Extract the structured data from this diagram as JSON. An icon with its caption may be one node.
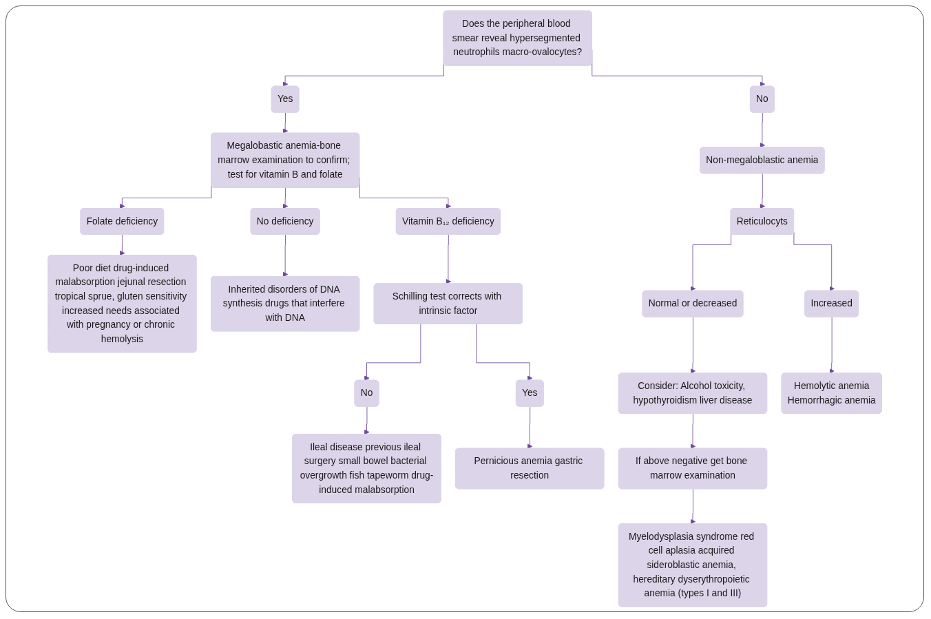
{
  "diagram": {
    "nodes": [
      {
        "text": [
          "Does the peripheral blood smear reveal hypersegmented neutrophils macro-ovalocytes?"
        ]
      },
      {
        "text": [
          "Yes"
        ]
      },
      {
        "text": [
          "No"
        ]
      },
      {
        "text": [
          "Megalobastic anemia-bone marrow examination to confirm; test for vitamin B and folate"
        ]
      },
      {
        "text": [
          "Non-megaloblastic anemia"
        ]
      },
      {
        "text": [
          "Reticulocyts"
        ]
      },
      {
        "text": [
          "Vitamin B₁₂ deficiency"
        ]
      },
      {
        "text": [
          "No deficiency"
        ]
      },
      {
        "text": [
          "Folate deficiency"
        ]
      },
      {
        "text": [
          "Increased"
        ]
      },
      {
        "text": [
          "Normal or decreased"
        ]
      },
      {
        "text": [
          "Schilling test corrects with intrinsic factor"
        ]
      },
      {
        "text": [
          "Inherited disorders of DNA synthesis drugs that interfere with DNA"
        ]
      },
      {
        "text": [
          "Poor diet drug-induced malabsorption jejunal resection tropical sprue, gluten sensitivity increased needs associated with pregnancy or chronic hemolysis"
        ]
      },
      {
        "text": [
          "Hemolytic anemia",
          "Hemorrhagic anemia"
        ]
      },
      {
        "text": [
          "Consider: Alcohol toxicity, hypothyroidism liver disease"
        ]
      },
      {
        "text": [
          "If above negative get bone marrow examination"
        ]
      },
      {
        "text": [
          "Myelodysplasia syndrome red cell aplasia acquired sideroblastic anemia, hereditary dyserythropoietic anemia (types I and III)"
        ]
      },
      {
        "text": [
          "Yes"
        ]
      },
      {
        "text": [
          "No"
        ]
      },
      {
        "text": [
          "Pernicious anemia gastric resection"
        ]
      },
      {
        "text": [
          "Ileal disease previous ileal surgery small bowel bacterial overgrowth fish tapeworm drug-induced malabsorption"
        ]
      }
    ],
    "edges": [
      {
        "from": 0,
        "to": 1,
        "arrow": "to"
      },
      {
        "from": 0,
        "to": 2,
        "arrow": "to"
      },
      {
        "from": 1,
        "to": 3,
        "arrow": "to"
      },
      {
        "from": 2,
        "to": 4,
        "arrow": "to"
      },
      {
        "from": 4,
        "to": 5,
        "arrow": "to"
      },
      {
        "from": 3,
        "to": 6,
        "arrow": "to"
      },
      {
        "from": 3,
        "to": 7,
        "arrow": "to"
      },
      {
        "from": 3,
        "to": 8,
        "arrow": "to"
      },
      {
        "from": 5,
        "to": 9,
        "arrow": "to"
      },
      {
        "from": 5,
        "to": 10,
        "arrow": "to"
      },
      {
        "from": 6,
        "to": 11,
        "arrow": "to"
      },
      {
        "from": 7,
        "to": 12,
        "arrow": "to"
      },
      {
        "from": 8,
        "to": 13,
        "arrow": "to"
      },
      {
        "from": 9,
        "to": 14,
        "arrow": "to"
      },
      {
        "from": 10,
        "to": 15,
        "arrow": "to"
      },
      {
        "from": 15,
        "to": 16,
        "arrow": "to"
      },
      {
        "from": 16,
        "to": 17,
        "arrow": "to"
      },
      {
        "from": 11,
        "to": 18,
        "arrow": "to"
      },
      {
        "from": 11,
        "to": 19,
        "arrow": "to"
      },
      {
        "from": 18,
        "to": 20,
        "arrow": "to"
      },
      {
        "from": 19,
        "to": 21,
        "arrow": "to"
      }
    ]
  }
}
